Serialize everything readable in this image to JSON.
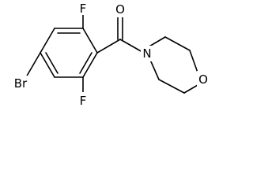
{
  "molecule": {
    "atoms": {
      "carbonyl_oxygen": "O",
      "amide_nitrogen": "N",
      "ring_oxygen": "O",
      "fluorine_top": "F",
      "fluorine_bottom": "F",
      "bromine": "Br"
    }
  }
}
